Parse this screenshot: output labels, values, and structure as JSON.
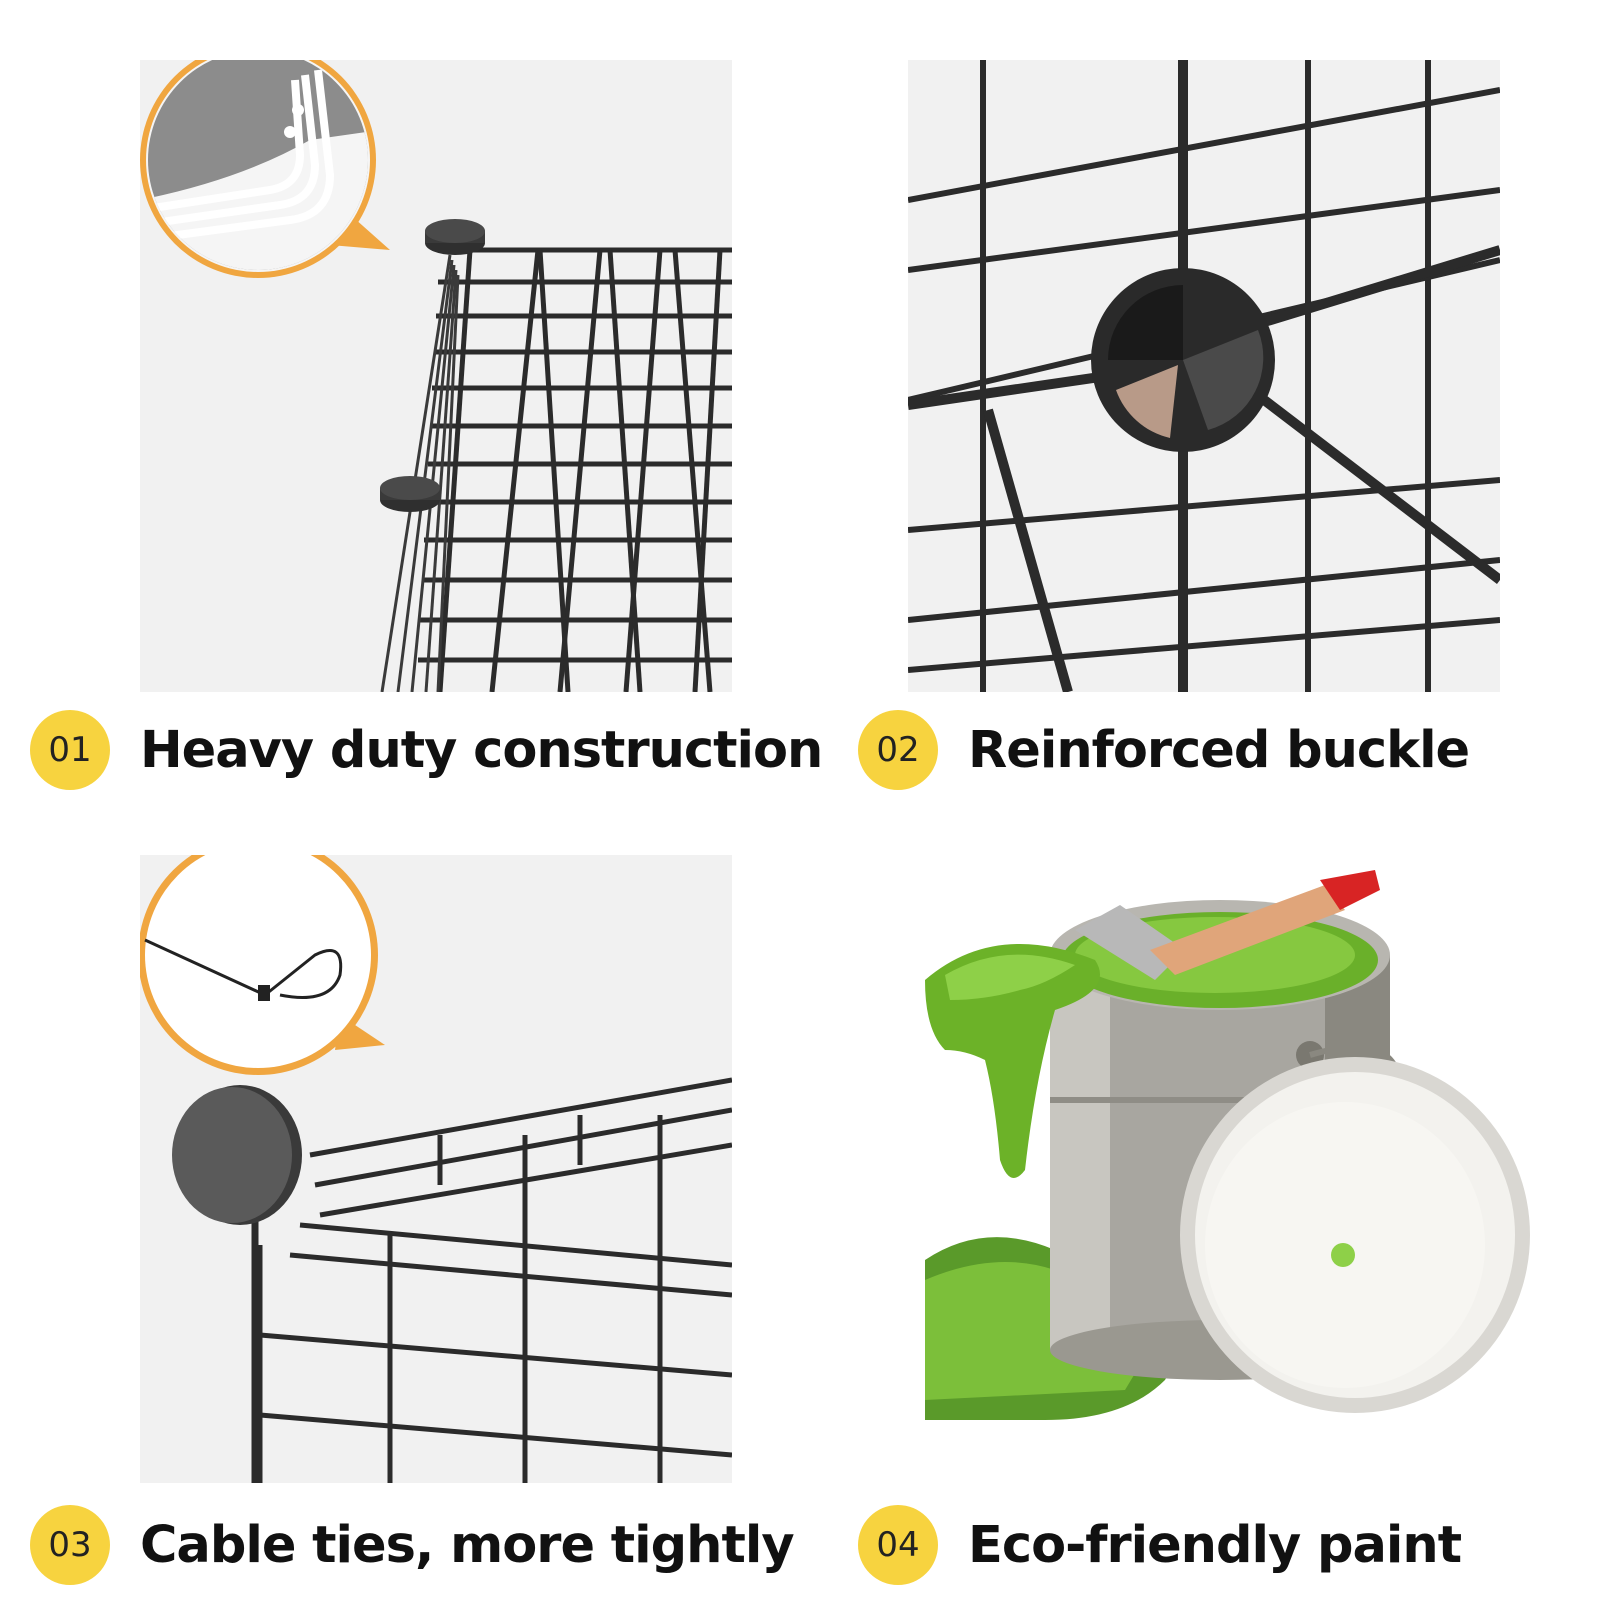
{
  "accent_color": "#f7d33f",
  "callout_color": "#f0a640",
  "features": [
    {
      "number": "01",
      "label": "Heavy duty construction",
      "image": "wire-panel-corner-icon"
    },
    {
      "number": "02",
      "label": "Reinforced buckle",
      "image": "connector-buckle-icon"
    },
    {
      "number": "03",
      "label": "Cable ties, more tightly",
      "image": "cable-tie-icon"
    },
    {
      "number": "04",
      "label": "Eco-friendly paint",
      "image": "paint-can-icon"
    }
  ]
}
